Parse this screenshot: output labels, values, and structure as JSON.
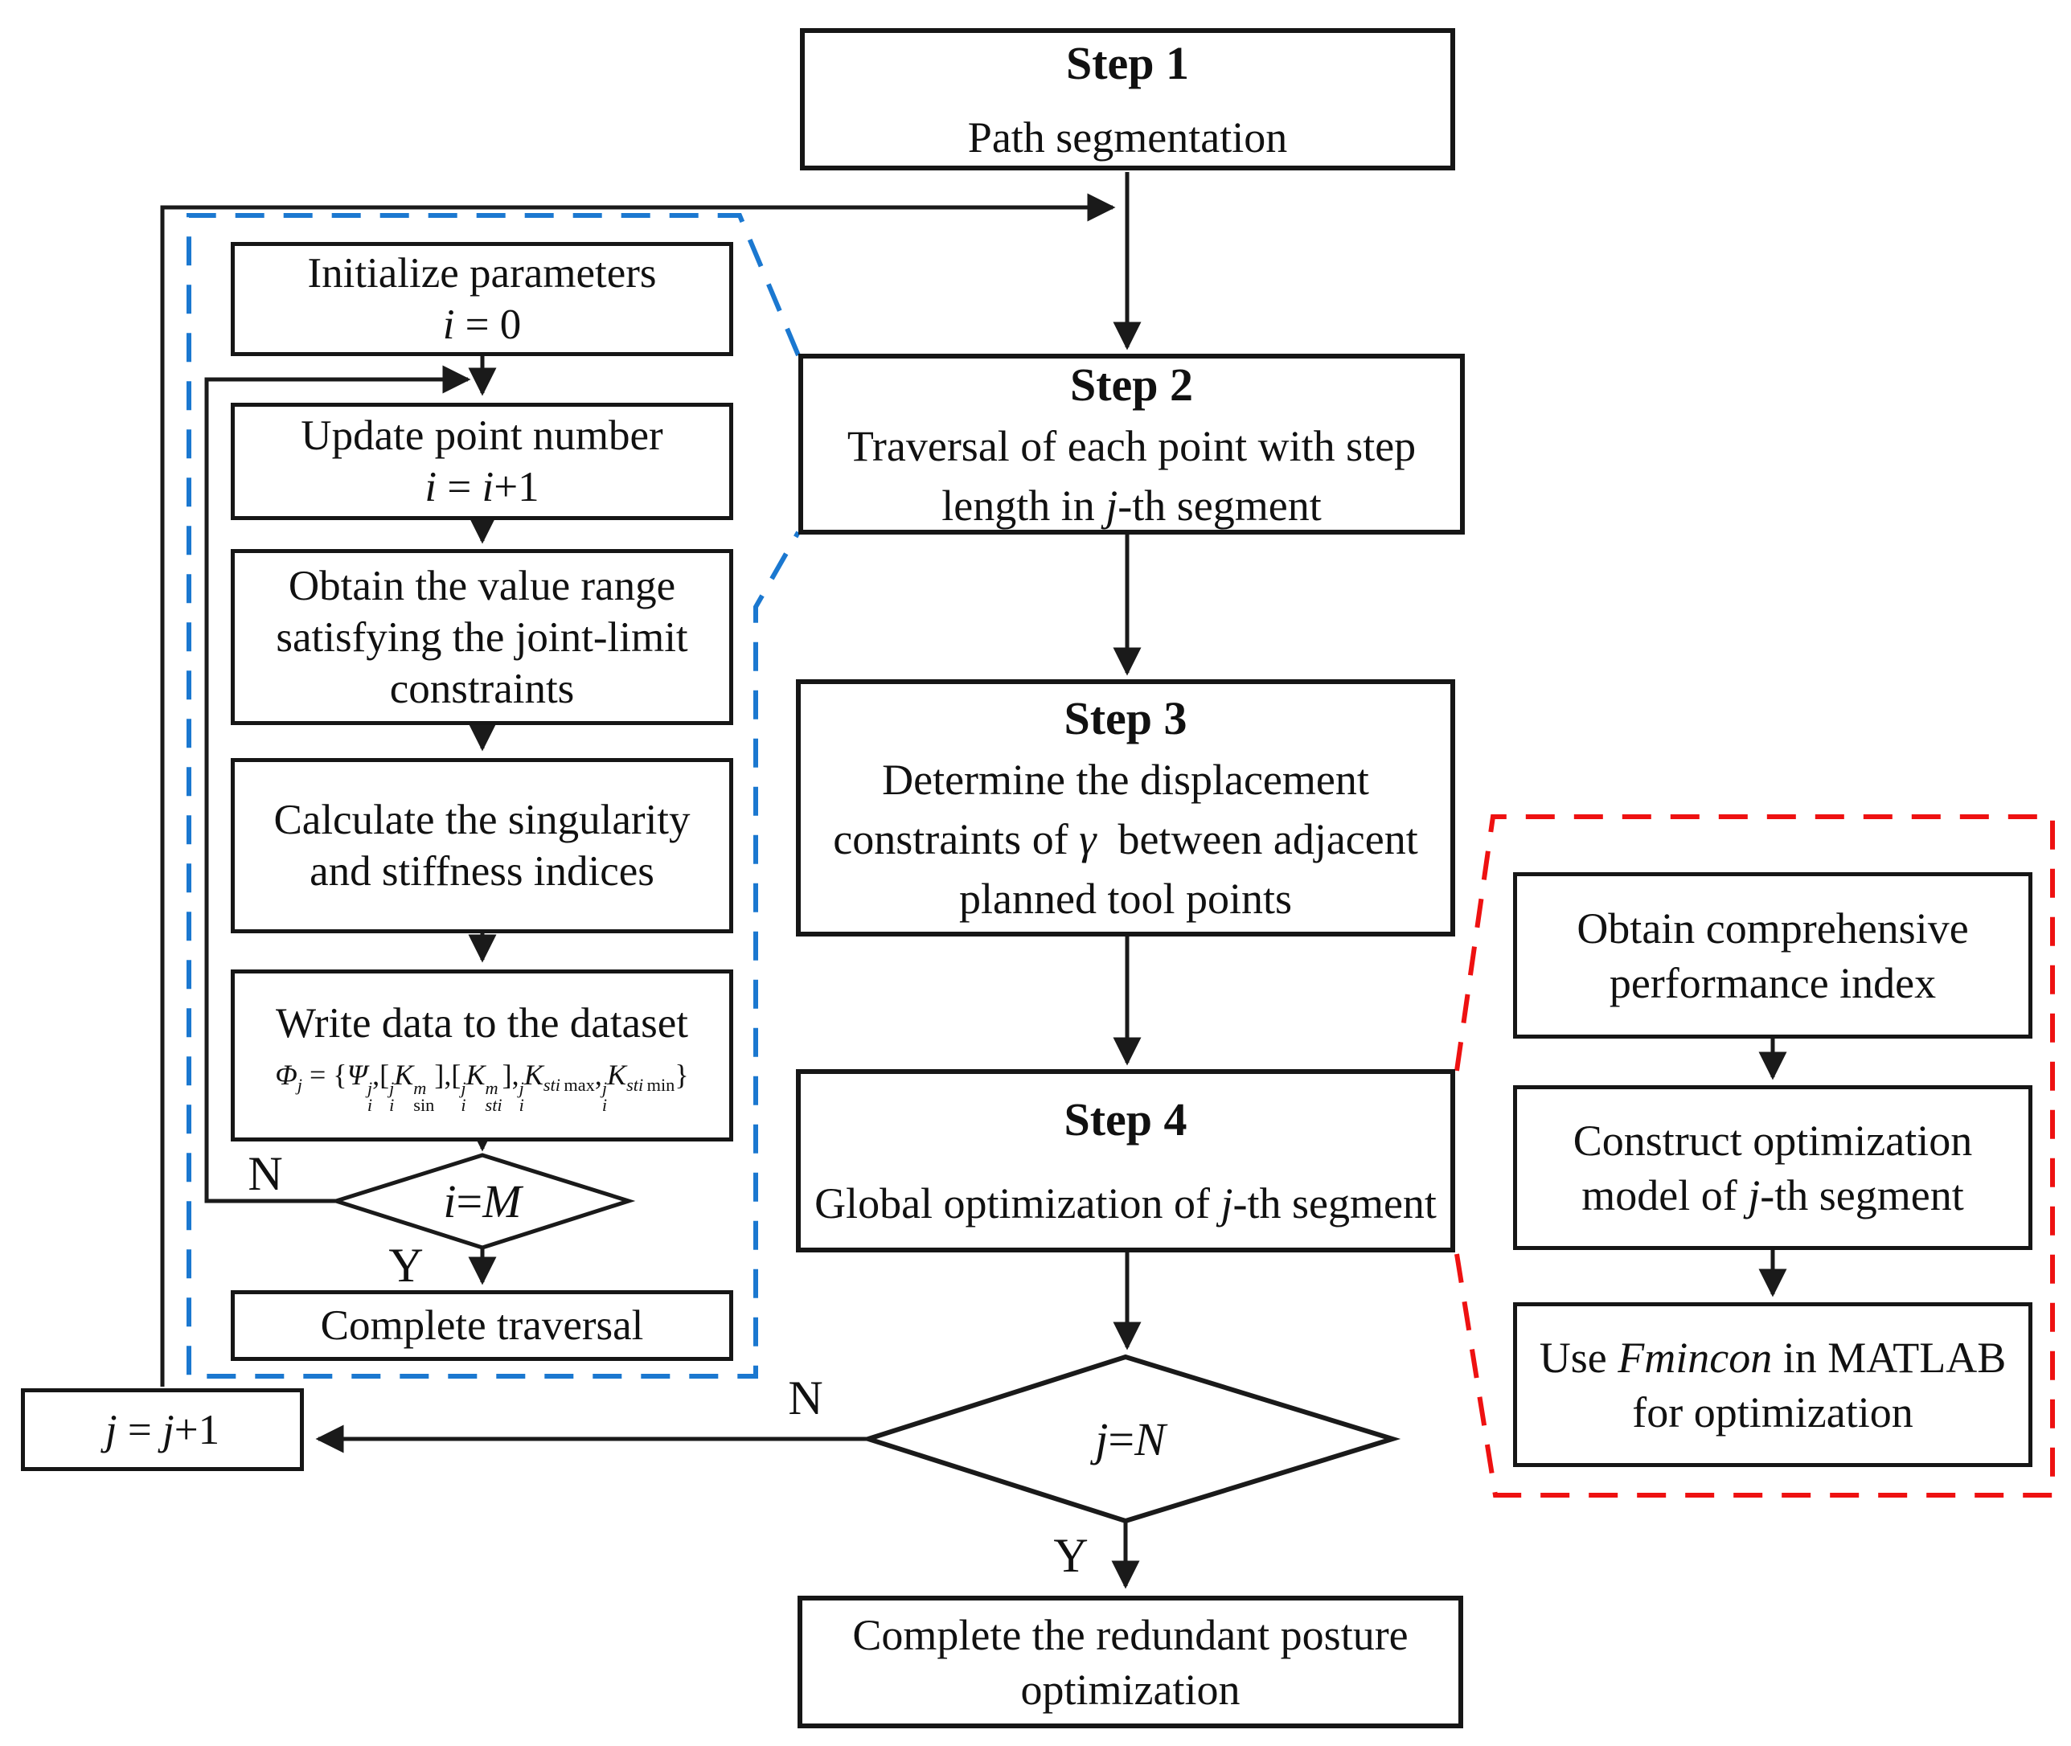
{
  "nodes": {
    "step1": {
      "title": "Step 1",
      "line1": "Path segmentation"
    },
    "step2": {
      "title": "Step 2",
      "line1": "Traversal of each point with step",
      "line2": "length in <i>j</i>-th segment"
    },
    "step3": {
      "title": "Step 3",
      "line1": "Determine the displacement",
      "line2": "constraints of <i>&#947;</i>&nbsp; between adjacent",
      "line3": "planned tool points"
    },
    "step4": {
      "title": "Step 4",
      "line1": "Global optimization of <i>j</i>-th segment"
    },
    "complete_optimization": {
      "line1": "Complete the redundant posture",
      "line2": "optimization"
    },
    "initialize": {
      "line1": "Initialize parameters",
      "line2": "<i>i</i> = 0"
    },
    "update_point": {
      "line1": "Update point number",
      "line2": "<i>i</i> = <i>i</i>+1"
    },
    "obtain_range": {
      "line1": "Obtain the value range",
      "line2": "satisfying the joint-limit",
      "line3": "constraints"
    },
    "calculate_indices": {
      "line1": "Calculate the singularity",
      "line2": "and stiffness indices"
    },
    "write_dataset": {
      "line1": "Write data to the dataset",
      "formula_html": "<i>&#934;</i><sub><i>j</i></sub> = {<i>&#936;</i><span class='sst'><span class='t'><i>j</i></span><span class='b'><i>i</i></span></span>,[<span class='sst'><span class='t'><i>j</i></span><span class='b'><i>i</i></span></span><i>K</i><span class='sst'><span class='t'><i>m</i></span><span class='b'>sin</span></span>],[<span class='sst'><span class='t'><i>j</i></span><span class='b'><i>i</i></span></span><i>K</i><span class='sst'><span class='t'><i>m</i></span><span class='b'><i>sti</i></span></span>],<span class='sst'><span class='t'><i>j</i></span><span class='b'><i>i</i></span></span><i>K</i><sub><i>sti</i>&#8201;max</sub>,<span class='sst'><span class='t'><i>j</i></span><span class='b'><i>i</i></span></span><i>K</i><sub><i>sti</i>&#8201;min</sub>}"
    },
    "decision_i": {
      "label": "<i>i</i> = <i>M</i>"
    },
    "complete_traversal": {
      "line1": "Complete traversal"
    },
    "j_increment": {
      "label": "<i>j</i> = <i>j</i>+1"
    },
    "decision_j": {
      "label": "<i>j</i> = <i>N</i>"
    },
    "obtain_index": {
      "line1": "Obtain comprehensive",
      "line2": "performance index"
    },
    "construct_model": {
      "line1": "Construct optimization",
      "line2": "model of <i>j</i>-th segment"
    },
    "use_fmincon": {
      "line1": "Use <i>Fmincon</i> in MATLAB",
      "line2": "for optimization"
    }
  },
  "branch_labels": {
    "i_no": "N",
    "i_yes": "Y",
    "j_no": "N",
    "j_yes": "Y"
  },
  "colors": {
    "line": "#1a1a1a",
    "loop_region_blue": "#1b78d0",
    "callout_region_red": "#ee1111",
    "background": "#ffffff"
  }
}
